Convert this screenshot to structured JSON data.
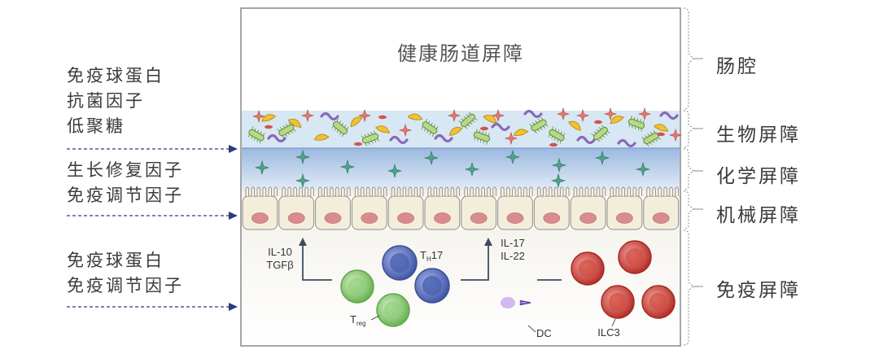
{
  "title": "健康肠道屏障",
  "left_groups": [
    {
      "lines": [
        "免疫球蛋白",
        "抗菌因子",
        "低聚糖"
      ]
    },
    {
      "lines": [
        "生长修复因子",
        "免疫调节因子"
      ]
    },
    {
      "lines": [
        "免疫球蛋白",
        "免疫调节因子"
      ]
    }
  ],
  "layers": {
    "lumen": "肠腔",
    "biological": "生物屏障",
    "chemical": "化学屏障",
    "mechanical": "机械屏障",
    "immune": "免疫屏障"
  },
  "cell_labels": {
    "il10": "IL-10",
    "tgfb": "TGFβ",
    "th": "T",
    "th_sub": "H",
    "th_num": "17",
    "il17": "IL-17",
    "il22": "IL-22",
    "treg": "T",
    "treg_sub": "reg",
    "dc": "DC",
    "ilc3": "ILC3"
  },
  "colors": {
    "arrow": "#2e3a7a",
    "mucus_blue": "#c9dff0",
    "epithelium": "#f3eedd",
    "nucleus": "#d88a8a",
    "th17": "#4d63b5",
    "treg": "#7dc56a",
    "dc": "#7a4fb0",
    "ilc3": "#c93c35"
  }
}
